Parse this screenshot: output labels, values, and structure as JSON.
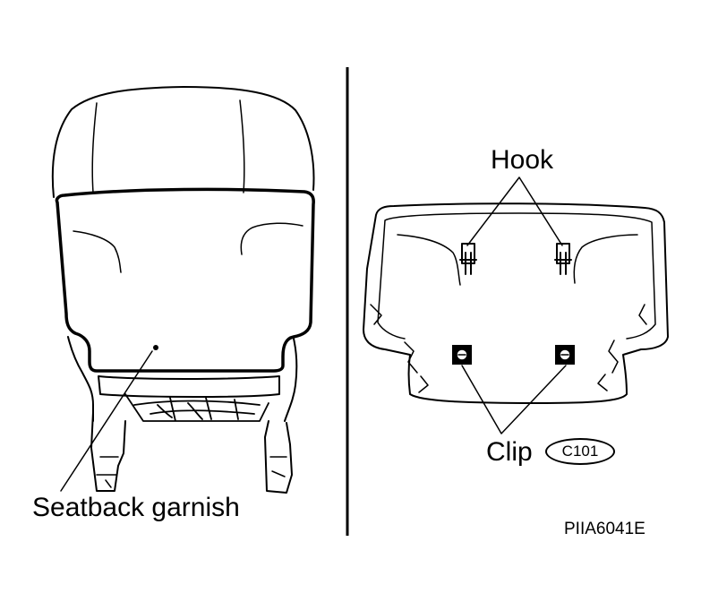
{
  "labels": {
    "seatback_garnish": "Seatback garnish",
    "hook": "Hook",
    "clip": "Clip",
    "clip_code": "C101"
  },
  "figure_id": "PIIA6041E"
}
